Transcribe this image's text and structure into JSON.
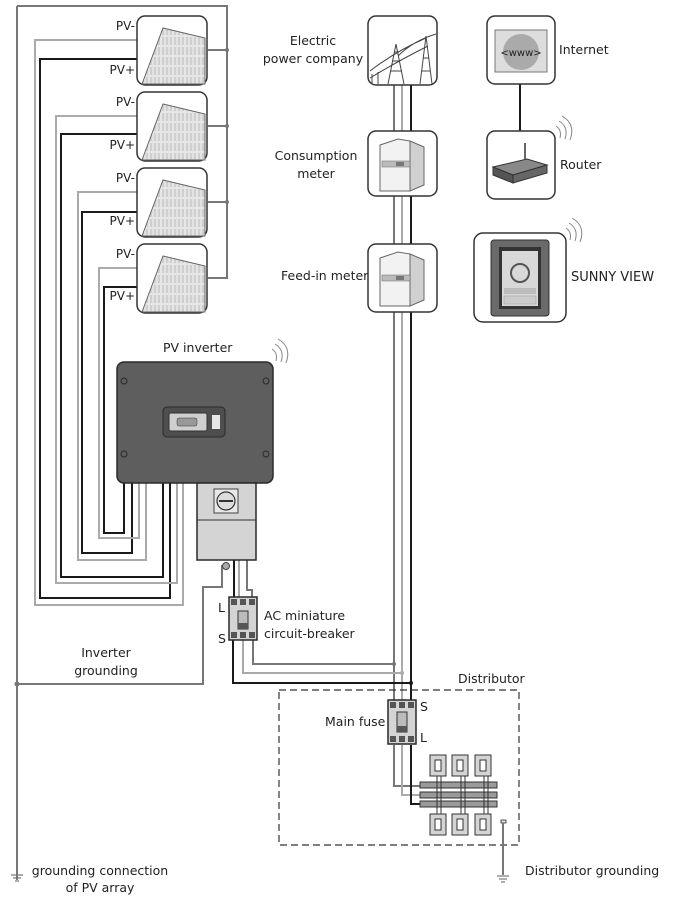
{
  "diagram": {
    "title": "PV system wiring overview",
    "pv_modules": [
      {
        "neg_label": "PV-",
        "pos_label": "PV+"
      },
      {
        "neg_label": "PV-",
        "pos_label": "PV+"
      },
      {
        "neg_label": "PV-",
        "pos_label": "PV+"
      },
      {
        "neg_label": "PV-",
        "pos_label": "PV+"
      }
    ],
    "labels": {
      "electric_company_line1": "Electric",
      "electric_company_line2": "power company",
      "internet_first": "I",
      "internet_rest": "nternet",
      "consumption_meter_line1": "Consumption",
      "consumption_meter_line2": "meter",
      "router": "Router",
      "feed_in_meter": "Feed-in meter",
      "sunny_view": "SUNNY VIEW",
      "pv_inverter": "PV inverter",
      "ac_breaker_line1": "AC miniature",
      "ac_breaker_line2": "circuit-breaker",
      "breaker_L": "L",
      "breaker_S": "S",
      "inverter_grounding_line1": "Inverter",
      "inverter_grounding_line2": "grounding",
      "distributor": "Distributor",
      "main_fuse": "Main fuse",
      "fuse_S": "S",
      "fuse_L": "L",
      "pv_grounding_line1": "grounding connection",
      "pv_grounding_line2": "of PV array",
      "distributor_grounding": "Distributor grounding"
    },
    "colors": {
      "wire_dark": "#1a1a1a",
      "wire_mid": "#777777",
      "wire_light": "#aaaaaa",
      "inverter_body": "#5e5e5e",
      "device_fill": "#d4d4d4"
    }
  }
}
